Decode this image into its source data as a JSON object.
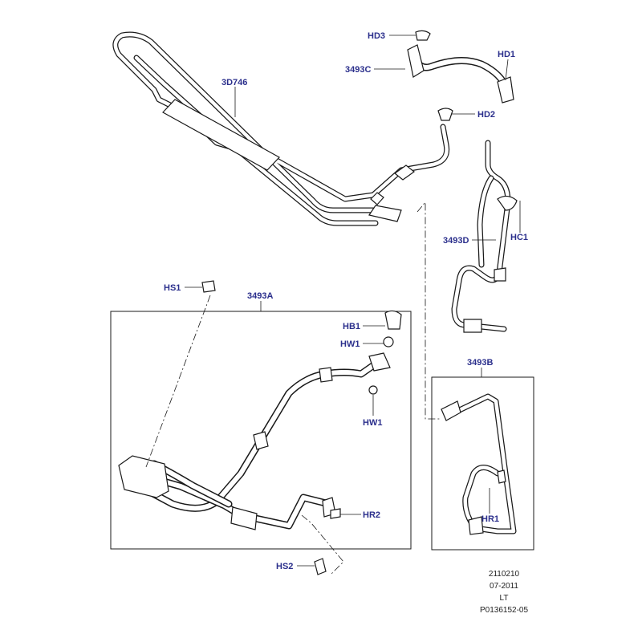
{
  "callouts": {
    "hd3": "HD3",
    "hd1": "HD1",
    "c3493c": "3493C",
    "c3d746": "3D746",
    "hd2": "HD2",
    "c3493d": "3493D",
    "hc1": "HC1",
    "hs1": "HS1",
    "c3493a": "3493A",
    "hb1": "HB1",
    "hw1_top": "HW1",
    "hw1_bottom": "HW1",
    "c3493b": "3493B",
    "hr2": "HR2",
    "hr1": "HR1",
    "hs2": "HS2"
  },
  "footer": {
    "code": "2110210",
    "date": "07-2011",
    "region": "LT",
    "ref": "P0136152-05"
  }
}
